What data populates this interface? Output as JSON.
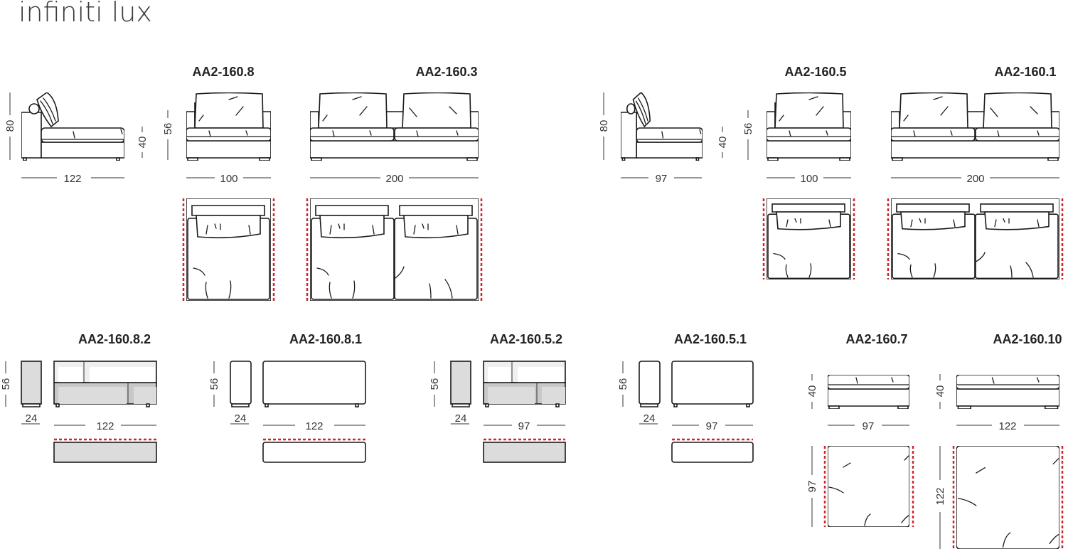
{
  "title": "infiniti lux",
  "colors": {
    "line": "#1a1a1a",
    "outline_marker": "#d2232a",
    "panel_fill": "#dcdcdc"
  },
  "top_row": {
    "side_a": {
      "height": "80",
      "seat_height": "40",
      "depth": "122"
    },
    "m1": {
      "code": "AA2-160.8",
      "height": "56",
      "width": "100"
    },
    "m2": {
      "code": "AA2-160.3",
      "width": "200"
    },
    "side_b": {
      "height": "80",
      "seat_height": "40",
      "depth": "97"
    },
    "m3": {
      "code": "AA2-160.5",
      "height": "56",
      "width": "100"
    },
    "m4": {
      "code": "AA2-160.1",
      "width": "200"
    }
  },
  "bottom_row": {
    "b1": {
      "code": "AA2-160.8.2",
      "height": "56",
      "depth": "24",
      "width": "122"
    },
    "b2": {
      "code": "AA2-160.8.1",
      "height": "56",
      "depth": "24",
      "width": "122"
    },
    "b3": {
      "code": "AA2-160.5.2",
      "height": "56",
      "depth": "24",
      "width": "97"
    },
    "b4": {
      "code": "AA2-160.5.1",
      "height": "56",
      "depth": "24",
      "width": "97"
    },
    "o1": {
      "code": "AA2-160.7",
      "height": "40",
      "width": "97",
      "depth": "97"
    },
    "o2": {
      "code": "AA2-160.10",
      "height": "40",
      "width": "122",
      "depth": "122"
    }
  }
}
